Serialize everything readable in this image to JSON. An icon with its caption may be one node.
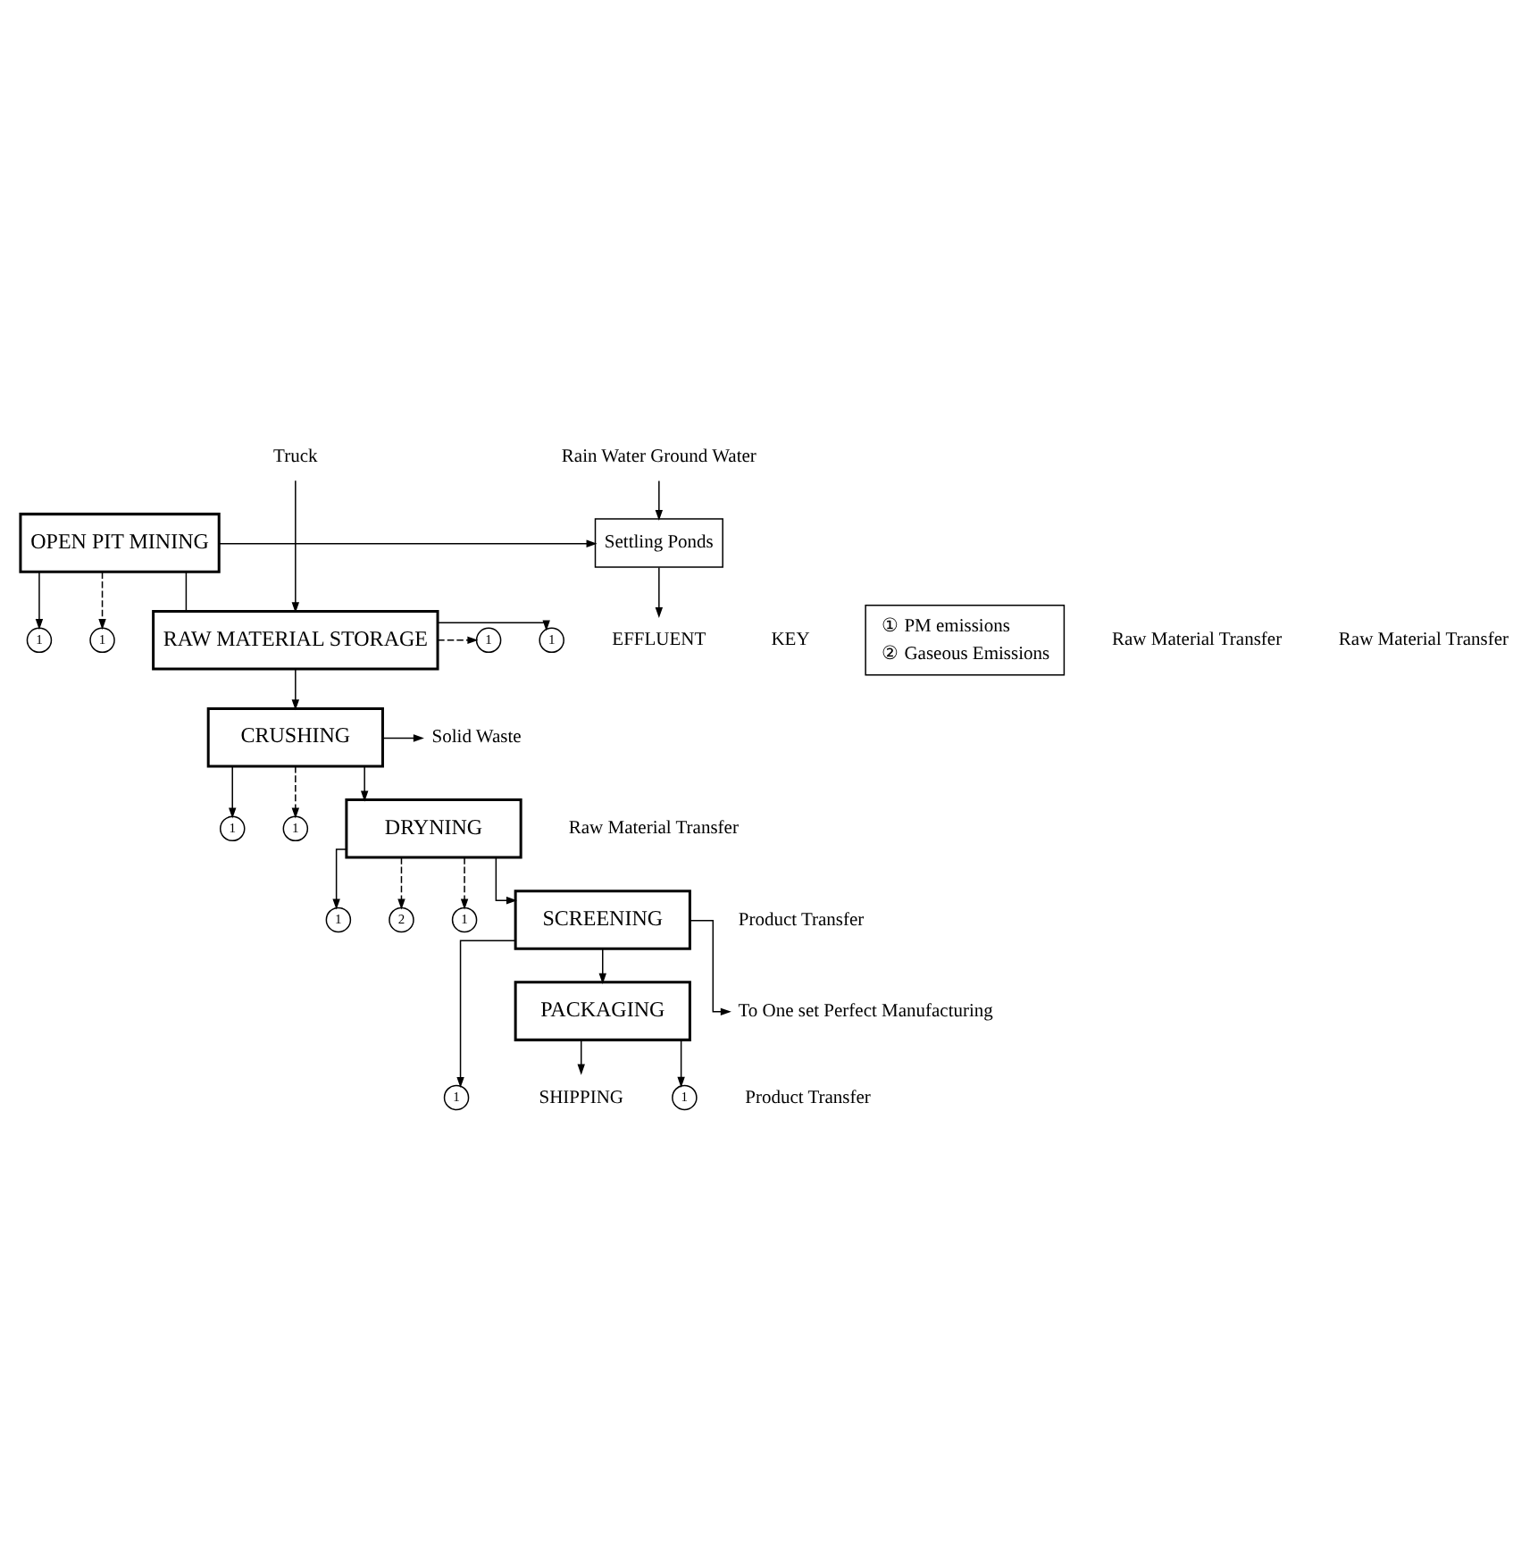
{
  "diagram": {
    "nodes": [
      {
        "text": [
          "1"
        ]
      },
      {
        "text": [
          "Rain Water Ground Water"
        ]
      },
      {
        "text": [
          "OPEN PIT MINING"
        ]
      },
      {
        "text": [
          "Settling Ponds"
        ]
      },
      {
        "text": [
          "EFFLUENT"
        ]
      },
      {
        "text": [
          "Truck"
        ]
      },
      {
        "text": [
          "1"
        ]
      },
      {
        "text": [
          "1"
        ]
      },
      {
        "text": [
          "RAW MATERIAL STORAGE"
        ]
      },
      {
        "text": [
          "1"
        ]
      },
      {
        "text": [
          "1"
        ]
      },
      {
        "text": [
          "CRUSHING"
        ]
      },
      {
        "text": [
          "1"
        ]
      },
      {
        "text": [
          "Solid Waste"
        ]
      },
      {
        "text": [
          "1"
        ]
      },
      {
        "text": [
          "2"
        ]
      },
      {
        "text": [
          "DRYNING"
        ]
      },
      {
        "text": [
          "1"
        ]
      },
      {
        "text": [
          "1"
        ]
      },
      {
        "text": [
          "SCREENING"
        ]
      },
      {
        "text": [
          "1"
        ]
      },
      {
        "text": [
          "PACKAGING"
        ]
      },
      {
        "text": [
          "To One set Perfect Manufacturing"
        ]
      },
      {
        "text": [
          "SHIPPING"
        ]
      }
    ],
    "edges": [
      {
        "from": 2,
        "to": 0,
        "arrow": "to"
      },
      {
        "from": 2,
        "to": 3,
        "arrow": "to"
      },
      {
        "from": 1,
        "to": 3,
        "arrow": "to"
      },
      {
        "from": 3,
        "to": 4,
        "arrow": "to"
      },
      {
        "from": 5,
        "to": 8,
        "arrow": "to"
      },
      {
        "from": 2,
        "to": 8,
        "arrow": "none"
      },
      {
        "from": 2,
        "to": 6,
        "arrow": "to",
        "style": "dashed"
      },
      {
        "from": 8,
        "to": 7,
        "arrow": "to"
      },
      {
        "from": 8,
        "to": 11,
        "arrow": "to"
      },
      {
        "from": 8,
        "to": 9,
        "arrow": "to",
        "style": "dashed"
      },
      {
        "from": 11,
        "to": 10,
        "arrow": "to"
      },
      {
        "from": 11,
        "to": 16,
        "arrow": "to"
      },
      {
        "from": 11,
        "to": 12,
        "arrow": "to",
        "style": "dashed"
      },
      {
        "from": 11,
        "to": 13,
        "arrow": "to"
      },
      {
        "from": 16,
        "to": 14,
        "arrow": "to"
      },
      {
        "from": 16,
        "to": 15,
        "arrow": "to",
        "style": "dashed"
      },
      {
        "from": 16,
        "to": 19,
        "arrow": "to"
      },
      {
        "from": 16,
        "to": 17,
        "arrow": "to",
        "style": "dashed"
      },
      {
        "from": 19,
        "to": 18,
        "arrow": "to"
      },
      {
        "from": 19,
        "to": 21,
        "arrow": "to"
      },
      {
        "from": 19,
        "to": 22,
        "arrow": "to"
      },
      {
        "from": 21,
        "to": 20,
        "arrow": "to"
      },
      {
        "from": 21,
        "to": 23,
        "arrow": "to"
      }
    ],
    "labels": [
      "Raw Material Transfer",
      "Raw Material Transfer",
      "Raw Material Transfer",
      "Product Transfer",
      "Product Transfer",
      "KEY"
    ],
    "legend": [
      {
        "text": "① PM emissions"
      },
      {
        "text": "② Gaseous Emissions"
      }
    ]
  }
}
